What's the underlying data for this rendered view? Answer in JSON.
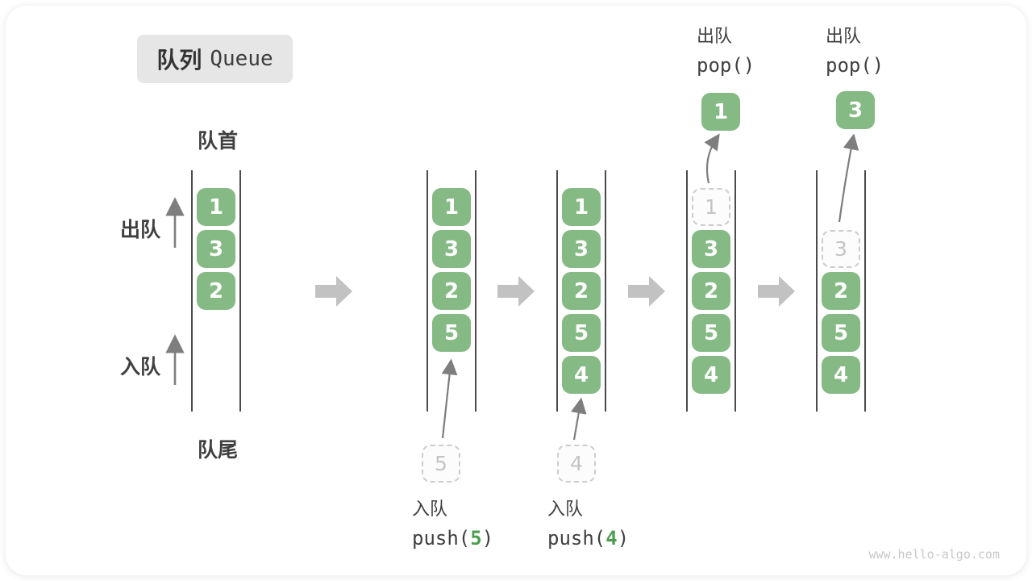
{
  "title": {
    "zh": "队列",
    "en": "Queue"
  },
  "side_labels": {
    "front": "队首",
    "rear": "队尾",
    "dequeue": "出队",
    "enqueue": "入队"
  },
  "colors": {
    "box_green": "#85ba84",
    "accent_green": "#4d9e50",
    "text_dark": "#3f3f3f",
    "queue_line": "#4a4a4a",
    "arrow_gray": "#7e7e7e",
    "block_arrow_gray": "#c2c2c2",
    "dashed_border": "#cccccc",
    "dashed_text": "#c4c4c4",
    "title_bg": "#e6e6e6",
    "watermark": "#c8c8c8"
  },
  "queues": [
    {
      "slots": [
        {
          "value": "1",
          "state": "solid"
        },
        {
          "value": "3",
          "state": "solid"
        },
        {
          "value": "2",
          "state": "solid"
        }
      ]
    },
    {
      "slots": [
        {
          "value": "1",
          "state": "solid"
        },
        {
          "value": "3",
          "state": "solid"
        },
        {
          "value": "2",
          "state": "solid"
        },
        {
          "value": "5",
          "state": "solid"
        }
      ]
    },
    {
      "slots": [
        {
          "value": "1",
          "state": "solid"
        },
        {
          "value": "3",
          "state": "solid"
        },
        {
          "value": "2",
          "state": "solid"
        },
        {
          "value": "5",
          "state": "solid"
        },
        {
          "value": "4",
          "state": "solid"
        }
      ]
    },
    {
      "slots": [
        {
          "value": "1",
          "state": "dashed"
        },
        {
          "value": "3",
          "state": "solid"
        },
        {
          "value": "2",
          "state": "solid"
        },
        {
          "value": "5",
          "state": "solid"
        },
        {
          "value": "4",
          "state": "solid"
        }
      ]
    },
    {
      "slots": [
        {
          "value": "",
          "state": "empty"
        },
        {
          "value": "3",
          "state": "dashed"
        },
        {
          "value": "2",
          "state": "solid"
        },
        {
          "value": "5",
          "state": "solid"
        },
        {
          "value": "4",
          "state": "solid"
        }
      ]
    }
  ],
  "push_events": [
    {
      "label": "入队",
      "code_before": "push(",
      "value": "5",
      "code_after": ")"
    },
    {
      "label": "入队",
      "code_before": "push(",
      "value": "4",
      "code_after": ")"
    }
  ],
  "pop_events": [
    {
      "label": "出队",
      "code": "pop()",
      "value": "1"
    },
    {
      "label": "出队",
      "code": "pop()",
      "value": "3"
    }
  ],
  "watermark": "www.hello-algo.com"
}
